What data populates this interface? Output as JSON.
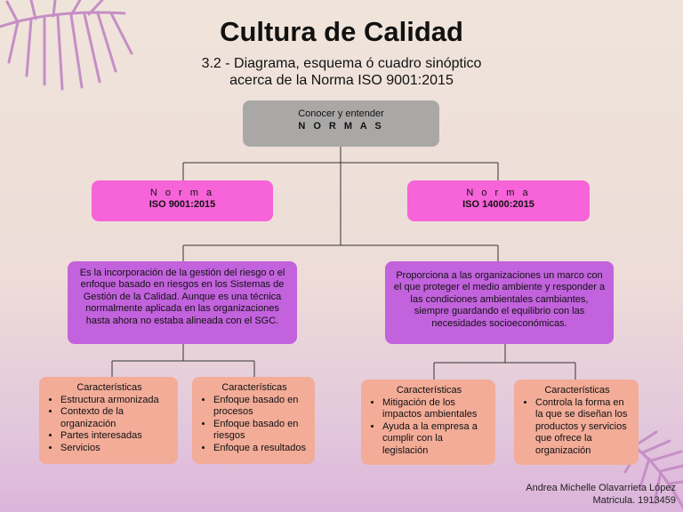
{
  "title": "Cultura de Calidad",
  "subtitle": {
    "line1": "3.2 - Diagrama, esquema ó cuadro sinóptico",
    "line2": "acerca de la Norma ISO 9001:2015"
  },
  "root": {
    "line1": "Conocer y entender",
    "line2": "N O R M A S"
  },
  "norms": [
    {
      "label": "N o r m a",
      "name": "ISO 9001:2015"
    },
    {
      "label": "N o r m a",
      "name": "ISO 14000:2015"
    }
  ],
  "descriptions": [
    "Es la incorporación de la gestión del riesgo o el enfoque basado en riesgos en los Sistemas de Gestión de la Calidad. Aunque es una técnica normalmente aplicada en las organizaciones hasta ahora no estaba alineada con el SGC.",
    "Proporciona a las organizaciones un marco con el que proteger el medio ambiente y responder a las condiciones ambientales cambiantes, siempre guardando el equilibrio con las necesidades socioeconómicas."
  ],
  "features": [
    {
      "heading": "Características",
      "items": [
        "Estructura armonizada",
        "Contexto de la organización",
        "Partes interesadas",
        "Servicios"
      ]
    },
    {
      "heading": "Características",
      "items": [
        "Enfoque basado en procesos",
        "Enfoque basado en riesgos",
        "Enfoque a resultados"
      ]
    },
    {
      "heading": "Características",
      "items": [
        "Mitigación de los impactos ambientales",
        "Ayuda a la empresa a cumplir con la legislación"
      ]
    },
    {
      "heading": "Características",
      "items": [
        "Controla la forma en la que se diseñan los productos y servicios que ofrece la organización"
      ]
    }
  ],
  "author": {
    "name": "Andrea Michelle Olavarrieta López",
    "id": "Matricula. 1913459"
  },
  "colors": {
    "root": "#aaa8a7",
    "norm": "#f763d8",
    "description": "#c262dd",
    "feature": "#f2ac98",
    "leaf_decoration": "#c58fc6"
  }
}
